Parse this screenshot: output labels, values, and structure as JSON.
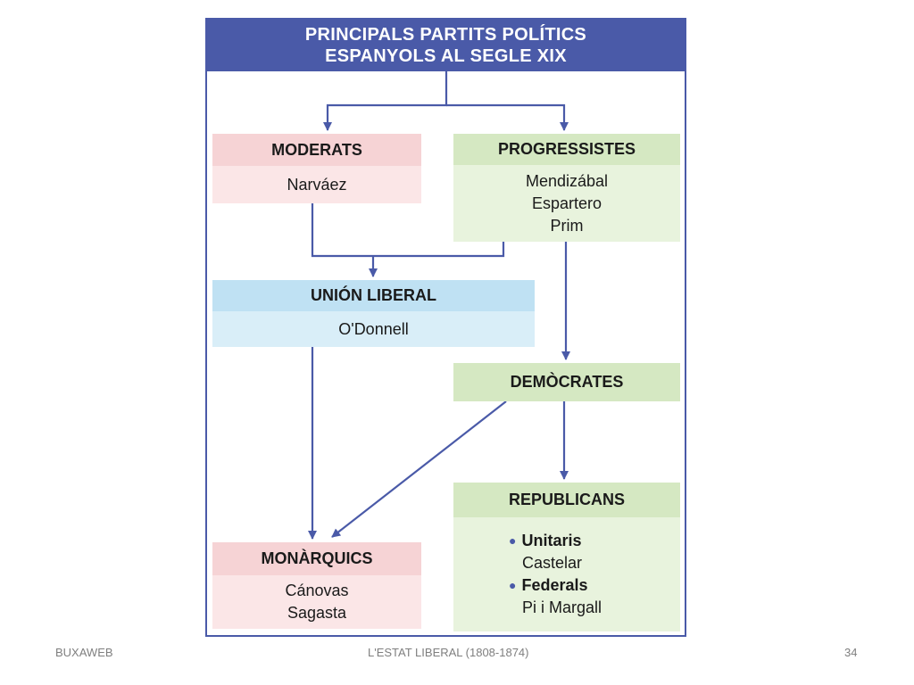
{
  "title": {
    "line1": "PRINCIPALS PARTITS POLÍTICS",
    "line2": "ESPANYOLS AL SEGLE XIX"
  },
  "boxes": {
    "moderats": {
      "header": "MODERATS",
      "members": [
        "Narváez"
      ]
    },
    "progressistes": {
      "header": "PROGRESSISTES",
      "members": [
        "Mendizábal",
        "Espartero",
        "Prim"
      ]
    },
    "union_liberal": {
      "header": "UNIÓN LIBERAL",
      "members": [
        "O'Donnell"
      ]
    },
    "democrates": {
      "header": "DEMÒCRATES"
    },
    "monarquics": {
      "header": "MONÀRQUICS",
      "members": [
        "Cánovas",
        "Sagasta"
      ]
    },
    "republicans": {
      "header": "REPUBLICANS",
      "groups": [
        {
          "name": "Unitaris",
          "leader": "Castelar"
        },
        {
          "name": "Federals",
          "leader": "Pi i Margall"
        }
      ]
    }
  },
  "colors": {
    "frame": "#4a5aa8",
    "pink": "#f6d3d5",
    "green": "#d5e8c2",
    "blue": "#bfe1f3"
  },
  "footer": {
    "left": "BUXAWEB",
    "center": "L'ESTAT LIBERAL (1808-1874)",
    "right": "34"
  }
}
